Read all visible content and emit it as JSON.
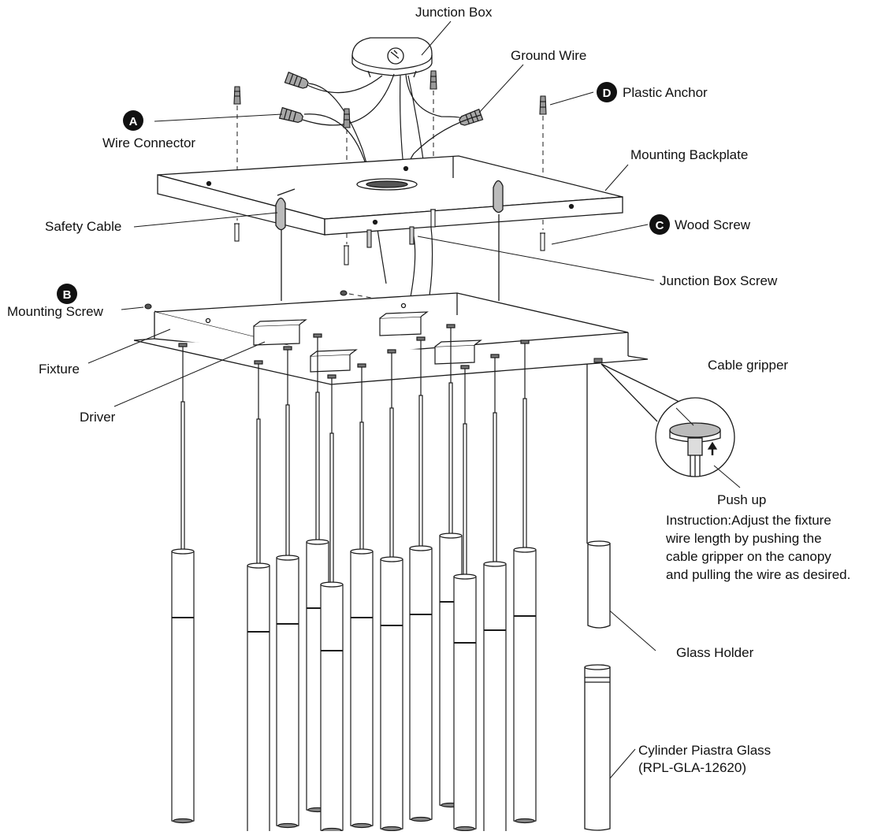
{
  "labels": {
    "junction_box": "Junction Box",
    "ground_wire": "Ground Wire",
    "plastic_anchor": "Plastic Anchor",
    "wire_connector": "Wire Connector",
    "mounting_backplate": "Mounting Backplate",
    "safety_cable": "Safety Cable",
    "wood_screw": "Wood Screw",
    "junction_box_screw": "Junction Box Screw",
    "mounting_screw": "Mounting Screw",
    "fixture": "Fixture",
    "driver": "Driver",
    "cable_gripper": "Cable gripper",
    "push_up": "Push up",
    "glass_holder": "Glass Holder",
    "glass_name": "Cylinder Piastra Glass",
    "glass_part": "(RPL-GLA-12620)"
  },
  "badges": {
    "a": "A",
    "b": "B",
    "c": "C",
    "d": "D"
  },
  "instruction": {
    "line1": "Instruction:Adjust the fixture",
    "line2": "wire length by pushing the",
    "line3": "cable gripper on the canopy",
    "line4": "and pulling the wire as desired."
  },
  "colors": {
    "line": "#1a1a1a",
    "badge": "#111111",
    "background": "#ffffff"
  }
}
